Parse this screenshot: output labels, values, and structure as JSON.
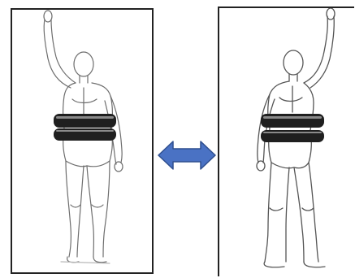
{
  "figures": [
    {
      "id": "figure-left",
      "subject": "standing-figure-right-arm-raised",
      "belts": 2
    },
    {
      "id": "figure-right",
      "subject": "standing-figure-right-arm-raised",
      "belts": 2
    }
  ],
  "connector": {
    "icon": "double-arrow-icon"
  },
  "colors": {
    "frame": "#222222",
    "belt": "#1f1f1f",
    "belt_edge": "#8a8a8a",
    "outline": "#6e6e6e",
    "arrow_fill": "#4a72c4",
    "arrow_stroke": "#2f4f8f"
  }
}
